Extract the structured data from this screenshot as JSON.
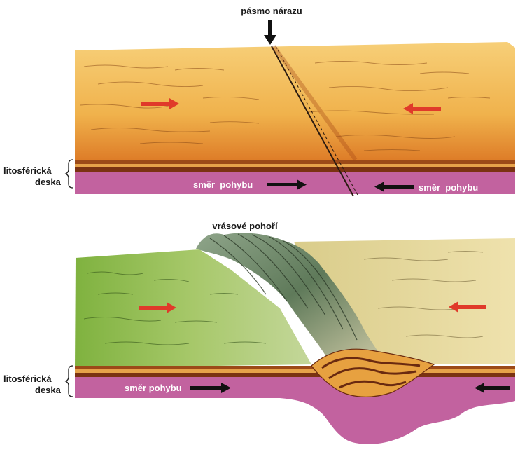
{
  "labels": {
    "collision_zone": "pásmo nárazu",
    "fold_mountains": "vrásové pohoří",
    "plate_label_line1": "litosférická",
    "plate_label_line2": "deska",
    "movement_direction": "směr pohybu",
    "movement_direction_spaced": "směr  pohybu",
    "movement_direction_bottom": "směr pohybu"
  },
  "colors": {
    "upper_surface": "#f0b850",
    "upper_surface_light": "#f8dc8a",
    "upper_front": "#d96a1e",
    "upper_strata": "#8a3a14",
    "mantle": "#c0609e",
    "lower_green": "#8fbf4a",
    "lower_green_light": "#cfe39a",
    "lower_cream": "#ecdca0",
    "mountain": "#6f8a6a",
    "fold_orange": "#e7a140",
    "fold_brown": "#6a2a10",
    "arrow_red": "#e03a2a",
    "arrow_black": "#111111"
  }
}
